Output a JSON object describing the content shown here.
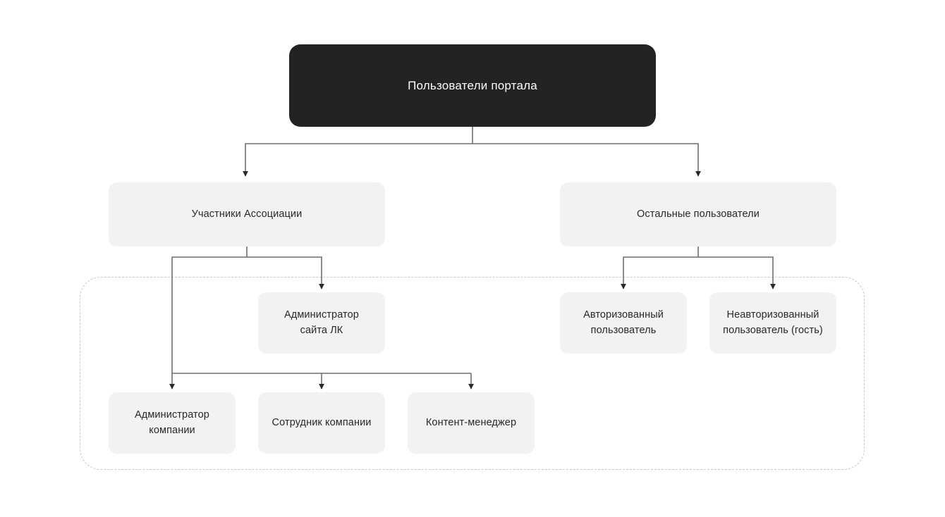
{
  "diagram": {
    "title": "Пользователи портала",
    "type": "org-tree",
    "colors": {
      "root_fill": "#212325",
      "root_text": "#ffffff",
      "node_fill": "#f2f2f2",
      "node_text": "#26282b",
      "edge": "#3b3b3b",
      "group_outline": "#c9c9c9",
      "background": "#ffffff"
    },
    "nodes": {
      "root": {
        "label": "Пользователи портала"
      },
      "level2": [
        {
          "label": "Участники Ассоциации"
        },
        {
          "label": "Остальные пользователи"
        }
      ],
      "level3": [
        {
          "label": "Администратор\nсайта ЛК"
        },
        {
          "label": "Авторизованный\nпользователь"
        },
        {
          "label": "Неавторизованный\nпользователь (гость)"
        }
      ],
      "level4": [
        {
          "label": "Администратор\nкомпании"
        },
        {
          "label": "Сотрудник компании"
        },
        {
          "label": "Контент-менеджер"
        }
      ]
    }
  }
}
